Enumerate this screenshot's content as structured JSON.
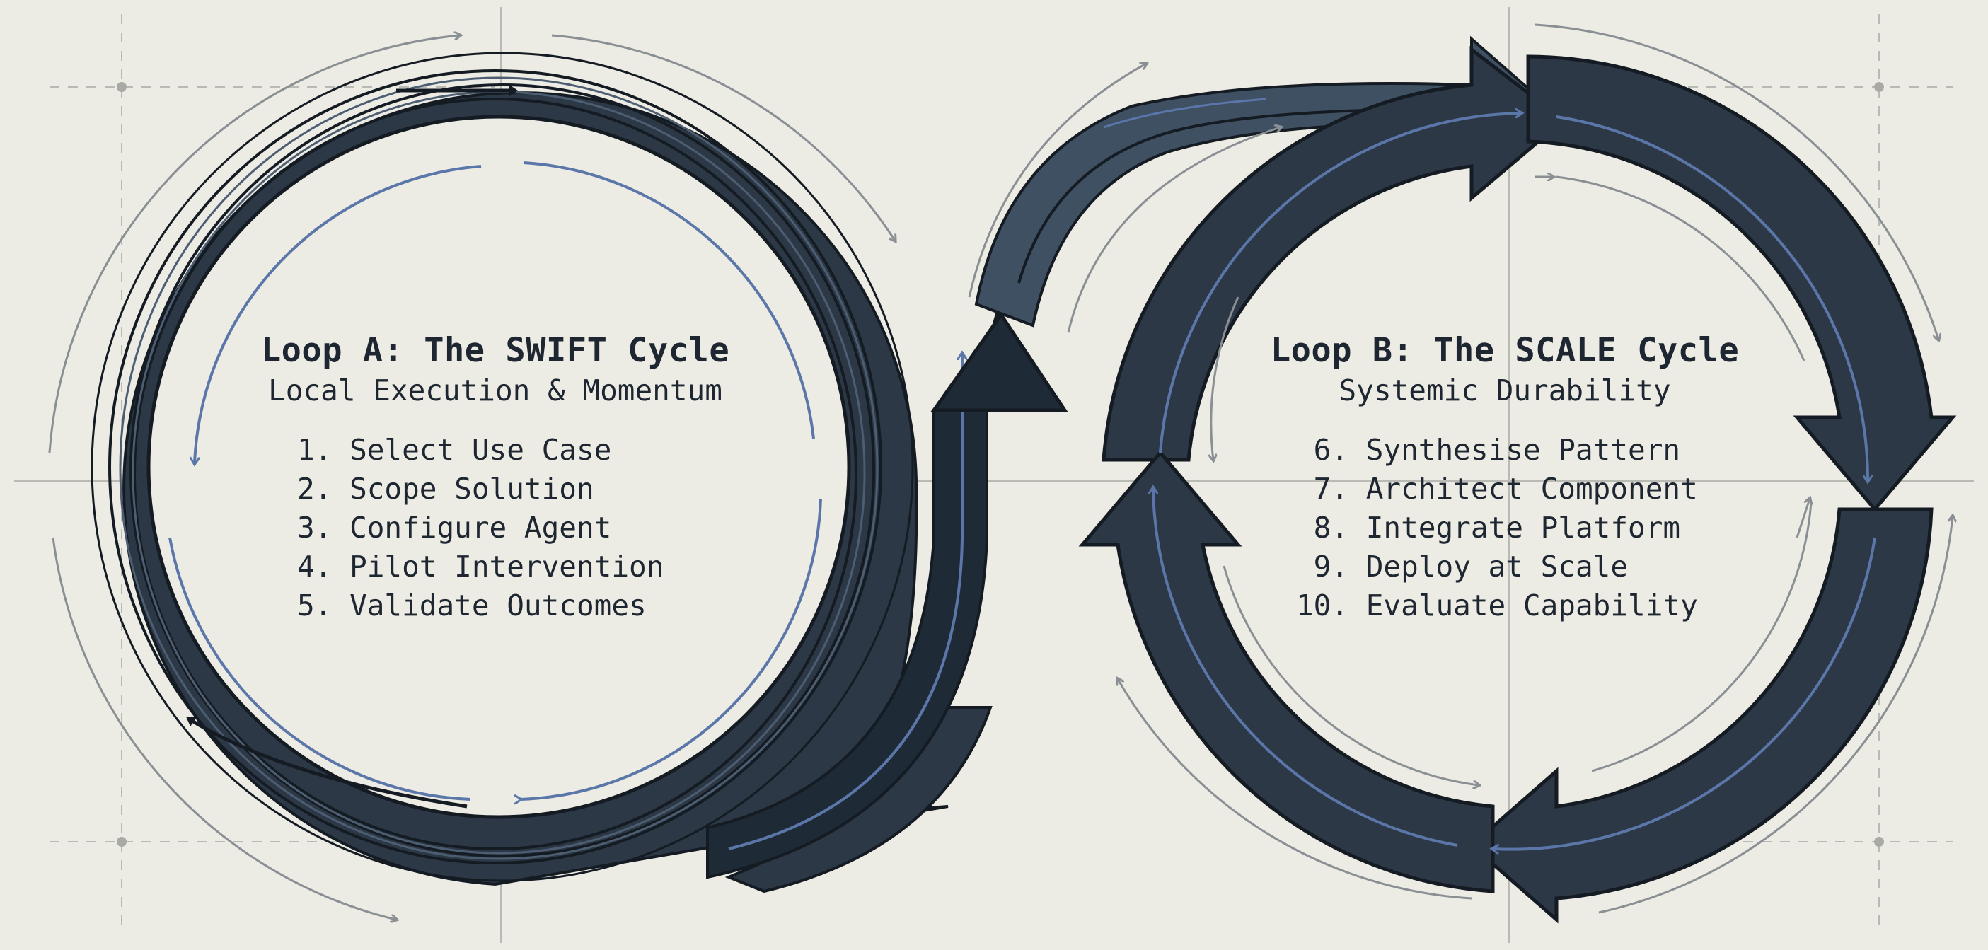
{
  "palette": {
    "background": "#ecebe4",
    "guide_lines": "#b7b8b3",
    "thin_arrows": "#8a8f94",
    "band_dark": "#2c3846",
    "band_mid": "#3f5063",
    "band_outline": "#151b22",
    "accent_blue": "#5b76a8",
    "text": "#1e2731"
  },
  "loop_a": {
    "title": "Loop A: The SWIFT Cycle",
    "subtitle": "Local Execution & Momentum",
    "steps": [
      {
        "num": "1.",
        "label": "Select Use Case"
      },
      {
        "num": "2.",
        "label": "Scope Solution"
      },
      {
        "num": "3.",
        "label": "Configure Agent"
      },
      {
        "num": "4.",
        "label": "Pilot Intervention"
      },
      {
        "num": "5.",
        "label": "Validate Outcomes"
      }
    ]
  },
  "loop_b": {
    "title": "Loop B: The SCALE Cycle",
    "subtitle": "Systemic Durability",
    "steps": [
      {
        "num": " 6.",
        "label": "Synthesise Pattern"
      },
      {
        "num": " 7.",
        "label": "Architect Component"
      },
      {
        "num": " 8.",
        "label": "Integrate Platform"
      },
      {
        "num": " 9.",
        "label": "Deploy at Scale"
      },
      {
        "num": "10.",
        "label": "Evaluate Capability"
      }
    ]
  },
  "icons": {
    "loop_a_band": "swirl-loop",
    "transition": "up-arrow-to-right-arrow",
    "loop_b_ring": "four-segment-arrow-ring"
  }
}
